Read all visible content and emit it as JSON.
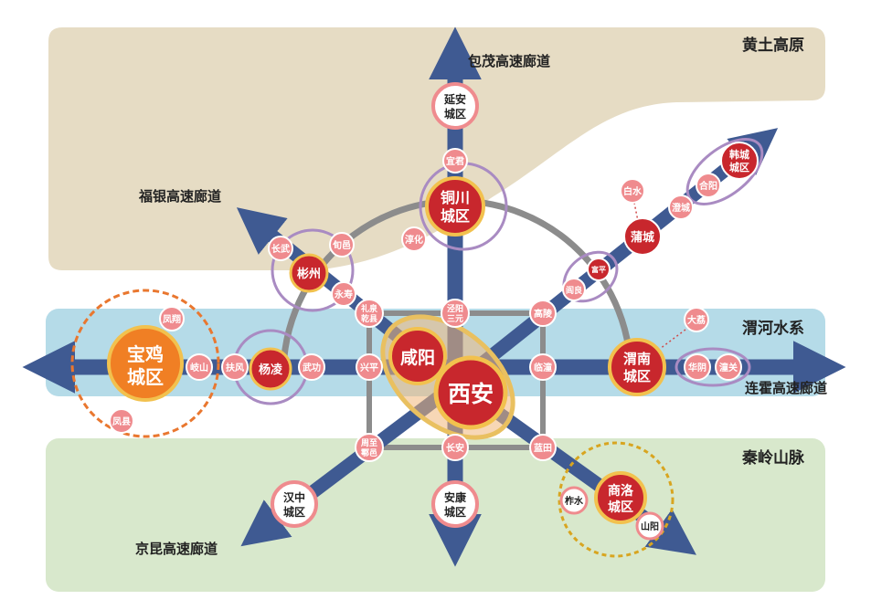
{
  "regions": {
    "loess": "黄土高原",
    "weihe": "渭河水系",
    "qinling": "秦岭山脉"
  },
  "corridors": {
    "baomao": "包茂高速廊道",
    "fuyin": "福银高速廊道",
    "lianhuo": "连霍高速廊道",
    "jingkun": "京昆高速廊道"
  },
  "cities": {
    "xian": "西安",
    "xianyang": "咸阳",
    "baoji": [
      "宝鸡",
      "城区"
    ],
    "tongchuan": [
      "铜川",
      "城区"
    ],
    "weinan": [
      "渭南",
      "城区"
    ],
    "shangluo": [
      "商洛",
      "城区"
    ],
    "yanan": [
      "延安",
      "城区"
    ],
    "hanzhong": [
      "汉中",
      "城区"
    ],
    "ankang": [
      "安康",
      "城区"
    ],
    "hancheng": [
      "韩城",
      "城区"
    ],
    "binzhou": "彬州",
    "yangling": "杨凌",
    "pucheng": "蒲城"
  },
  "towns": {
    "fengxiang": "凤翔",
    "fengxian": "凤县",
    "qishan": "岐山",
    "fufeng": "扶风",
    "wugong": "武功",
    "xingping": "兴平",
    "changwu": "长武",
    "xunyi": "旬邑",
    "yongshou": "永寿",
    "liquan_qianxian": [
      "礼泉",
      "乾县"
    ],
    "jingyang_sanyuan": [
      "泾阳",
      "三元"
    ],
    "yijun": "宜君",
    "chunhua": "淳化",
    "gaoling": "高陵",
    "lintong": "临潼",
    "lantian": "蓝田",
    "changan": "长安",
    "zhouzhi_huyi": [
      "周至",
      "鄠邑"
    ],
    "fuping": "富平",
    "yanliang": "阎良",
    "baishui": "白水",
    "chengcheng": "澄城",
    "heyang": "合阳",
    "dali": "大荔",
    "huayin": "华阴",
    "tongguan": "潼关",
    "zhashui": "柞水",
    "shanyang": "山阳"
  },
  "colors": {
    "loess": "#e6dcc4",
    "weihe": "#b5dbe8",
    "qinling": "#d8e8cc",
    "corridor": "#3f5a92",
    "ring": "#8c8c8c",
    "red": "#c8272d",
    "pink": "#ef8b8e",
    "orange": "#f07f24",
    "gold": "#f2c14e",
    "purple": "#a98bc2",
    "dashed_orange": "#e9772f",
    "dashed_gold": "#d8a520"
  }
}
